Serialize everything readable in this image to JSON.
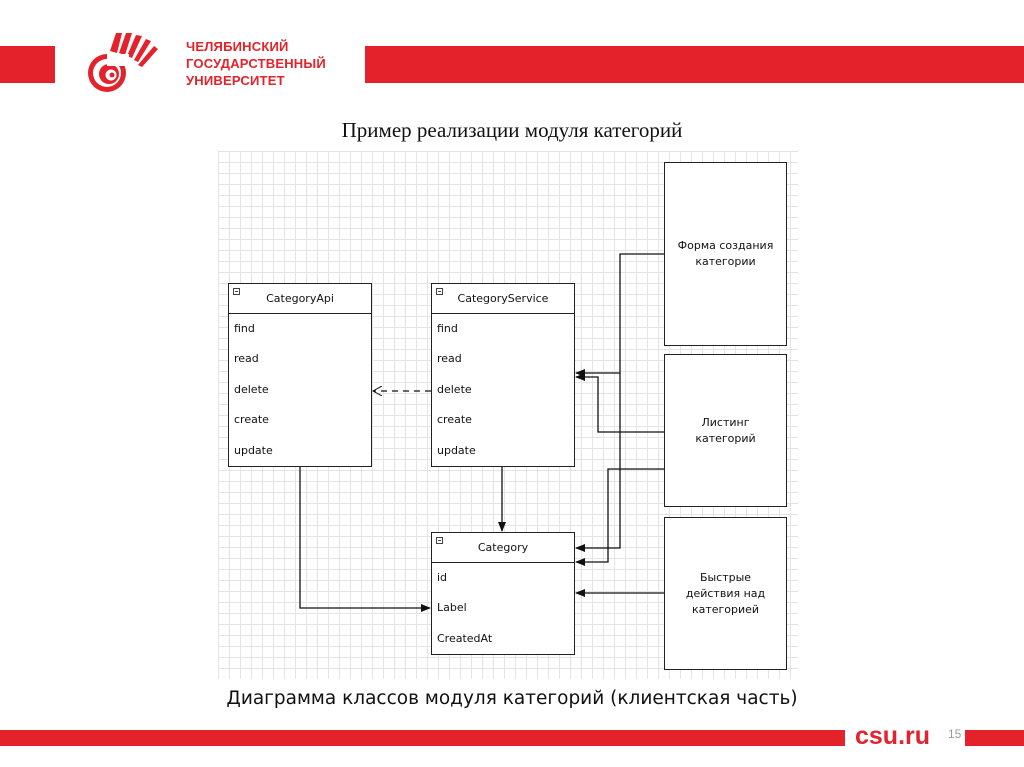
{
  "header": {
    "university_name": [
      "ЧЕЛЯБИНСКИЙ",
      "ГОСУДАРСТВЕННЫЙ",
      "УНИВЕРСИТЕТ"
    ]
  },
  "slide": {
    "title": "Пример реализации модуля категорий",
    "caption": "Диаграмма классов модуля категорий (клиентская часть)"
  },
  "footer": {
    "brand": "csu.ru",
    "page_number": "15"
  },
  "colors": {
    "brand_red": "#e3222b",
    "grid": "#e4e4e4"
  },
  "diagram": {
    "classes": {
      "category_api": {
        "name": "CategoryApi",
        "members": [
          "find",
          "read",
          "delete",
          "create",
          "update"
        ]
      },
      "category_service": {
        "name": "CategoryService",
        "members": [
          "find",
          "read",
          "delete",
          "create",
          "update"
        ]
      },
      "category": {
        "name": "Category",
        "members": [
          "id",
          "Label",
          "CreatedAt"
        ]
      }
    },
    "views": {
      "form": "Форма создания категории",
      "listing": "Листинг категорий",
      "quick_actions": "Быстрые действия над категорией"
    }
  }
}
